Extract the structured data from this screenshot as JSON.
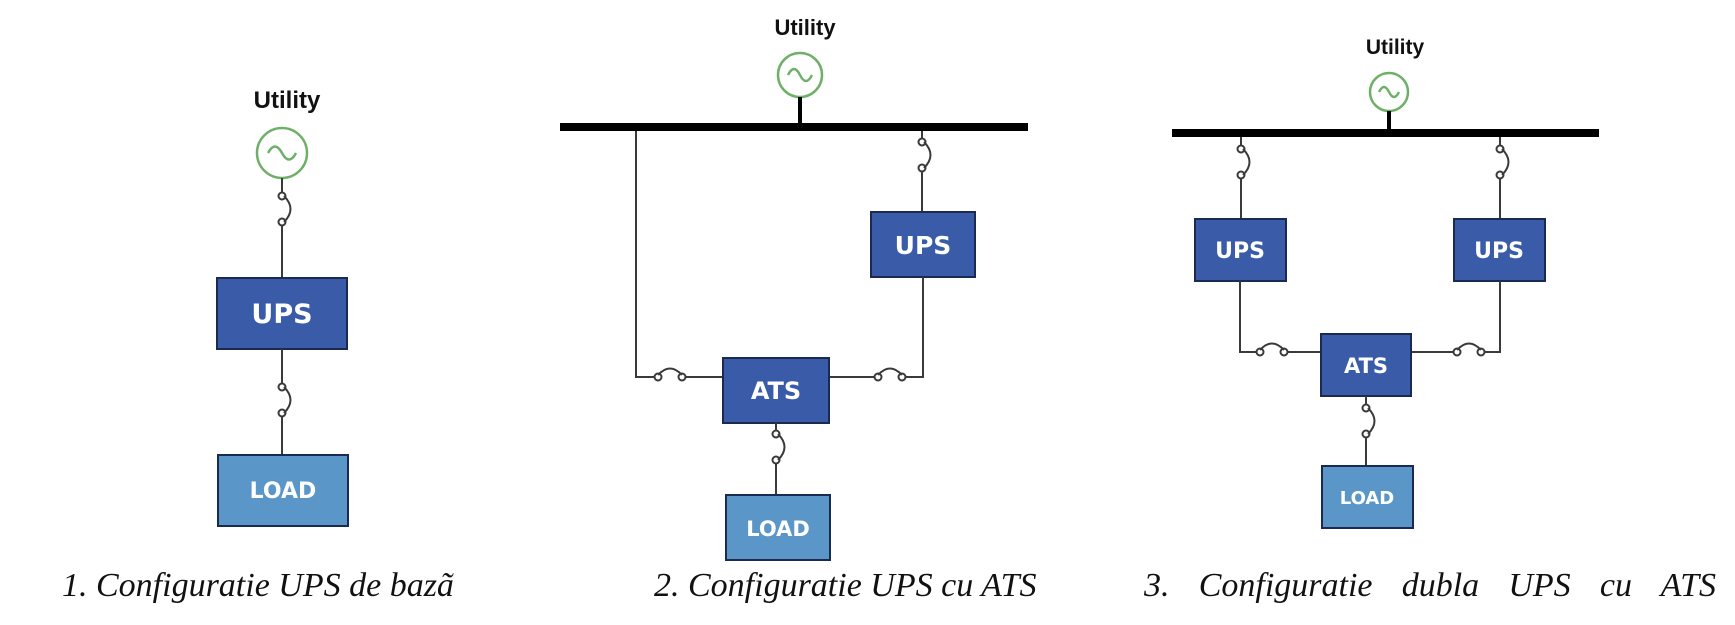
{
  "labels": {
    "utility": "Utility",
    "ups": "UPS",
    "ats": "ATS",
    "load": "LOAD"
  },
  "captions": [
    "1. Configuratie UPS de bazã",
    "2.  Configuratie UPS cu ATS",
    "3.  Configuratie dubla UPS cu ATS"
  ],
  "colors": {
    "ups_fill": "#3a5ca8",
    "ats_fill": "#3a5ca8",
    "load_fill": "#5a96c8",
    "utility_symbol": "#6fb068",
    "line": "#3a3a3a",
    "bus": "#000000"
  },
  "icons": {
    "source": "ac-source-icon",
    "breaker": "circuit-breaker-icon"
  }
}
